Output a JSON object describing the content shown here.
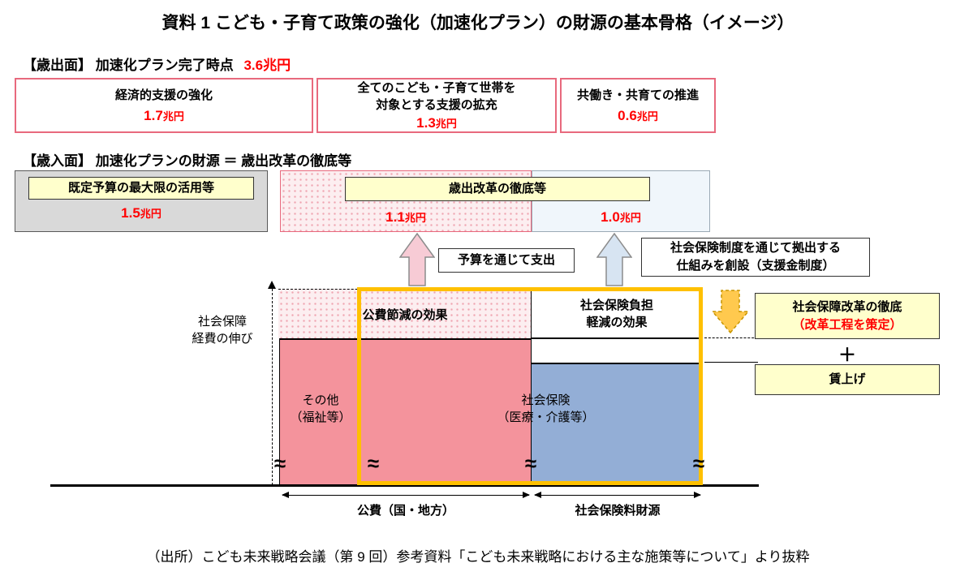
{
  "title": "資料 1 こども・子育て政策の強化（加速化プラン）の財源の基本骨格（イメージ）",
  "expenditure": {
    "header_label": "【歳出面】 加速化プラン完了時点",
    "total": "3.6兆円",
    "box1": {
      "label": "経済的支援の強化",
      "num": "1.7",
      "unit": "兆円"
    },
    "box2": {
      "label1": "全てのこども・子育て世帯を",
      "label2": "対象とする支援の拡充",
      "num": "1.3",
      "unit": "兆円"
    },
    "box3": {
      "label": "共働き・共育ての推進",
      "num": "0.6",
      "unit": "兆円"
    }
  },
  "revenue": {
    "header": "【歳入面】 加速化プランの財源 ＝ 歳出改革の徹底等",
    "existing": {
      "label": "既定予算の最大限の活用等",
      "num": "1.5",
      "unit": "兆円"
    },
    "reform_label": "歳出改革の徹底等",
    "budget": {
      "num": "1.1",
      "unit": "兆円"
    },
    "insurance": {
      "num": "1.0",
      "unit": "兆円"
    }
  },
  "callouts": {
    "spend": "予算を通じて支出",
    "support1": "社会保険制度を通じて拠出する",
    "support2": "仕組みを創設（支援金制度）"
  },
  "chart": {
    "axis1": "社会保障",
    "axis2": "経費の伸び",
    "saving": "公費節減の効果",
    "burden1": "社会保険負担",
    "burden2": "軽減の効果",
    "other1": "その他",
    "other2": "（福祉等）",
    "ins1": "社会保険",
    "ins2": "（医療・介護等）",
    "xleft": "公費（国・地方）",
    "xright": "社会保険料財源",
    "brk": "≈"
  },
  "right": {
    "reform1": "社会保障改革の徹底",
    "reform2": "（改革工程を策定）",
    "plus": "＋",
    "wage": "賃上げ"
  },
  "source": "（出所）こども未来戦略会議（第 9 回）参考資料「こども未来戦略における主な施策等について」より抜粋",
  "colors": {
    "accent_red": "#FF0000",
    "pink_border": "#E8697D",
    "pink_bar": "#F4939C",
    "blue_bar": "#93AED6",
    "highlight_orange": "#FFC000",
    "note_yellow": "#FFFFCC",
    "gray_box": "#D9D9D9"
  }
}
